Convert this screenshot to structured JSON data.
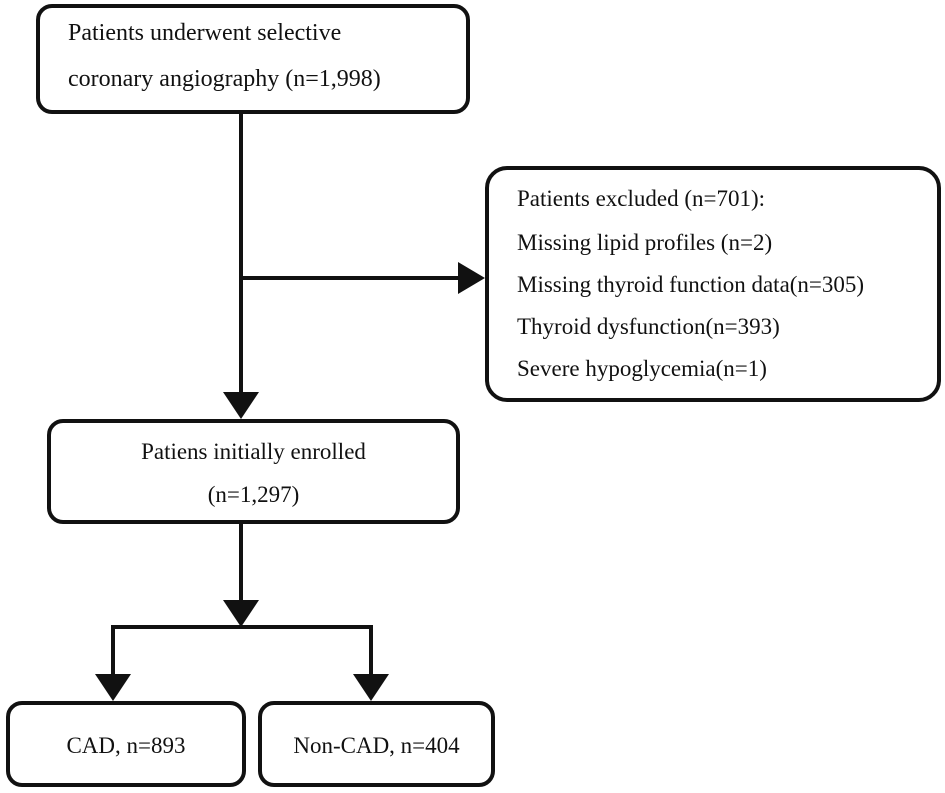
{
  "flowchart": {
    "start": {
      "line1": "Patients underwent selective",
      "line2": "coronary angiography (n=1,998)"
    },
    "excluded": {
      "line1": "Patients excluded (n=701):",
      "line2": "Missing lipid profiles (n=2)",
      "line3": "Missing thyroid function data(n=305)",
      "line4": "Thyroid dysfunction(n=393)",
      "line5": "Severe hypoglycemia(n=1)"
    },
    "enrolled": {
      "line1": "Patiens initially enrolled",
      "line2": "(n=1,297)"
    },
    "cad": {
      "label": "CAD, n=893"
    },
    "non_cad": {
      "label": "Non-CAD, n=404"
    }
  },
  "colors": {
    "line": "#111111",
    "background": "#ffffff"
  }
}
